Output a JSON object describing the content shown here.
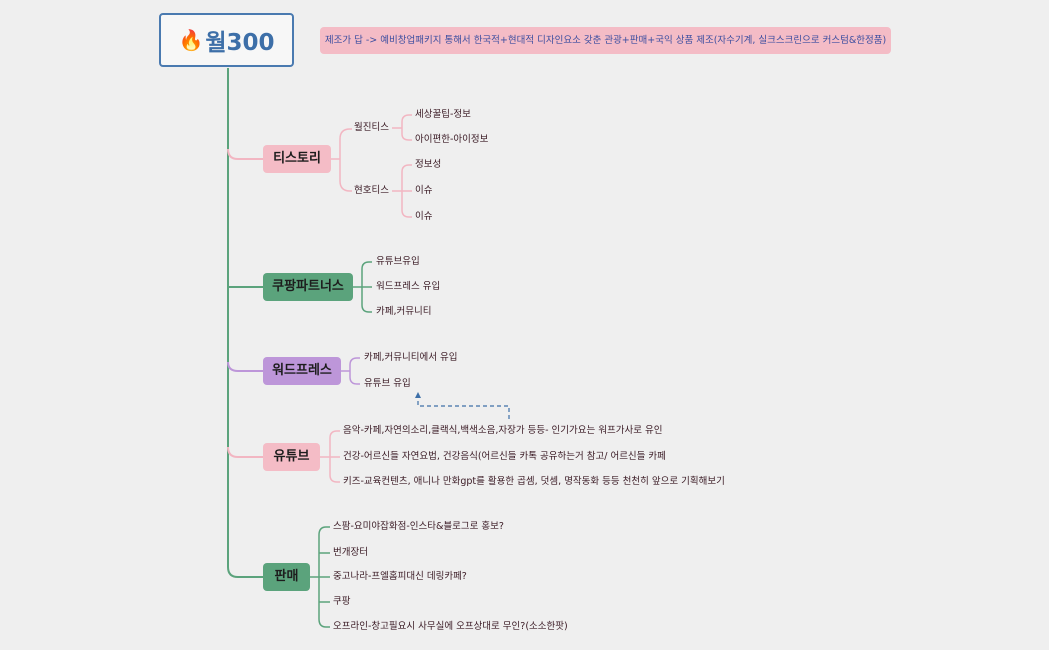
{
  "root": {
    "icon": "fire-icon",
    "title": "월300"
  },
  "note": "제조가 답 -> 예비창업패키지 통해서 한국적+현대적 디자인요소 갖춘 관광+판매+국익 상품 제조(자수기계, 실크스크린으로 커스텀&한정품)",
  "tistory": {
    "label": "티스토리",
    "sub1": {
      "label": "월진티스",
      "items": [
        "세상꿀팁-정보",
        "아이편한-아이정보"
      ]
    },
    "sub2": {
      "label": "현호티스",
      "items": [
        "정보성",
        "이슈",
        "이슈"
      ]
    }
  },
  "coupang": {
    "label": "쿠팡파트너스",
    "items": [
      "유튜브유입",
      "워드프레스 유입",
      "카페,커뮤니티"
    ]
  },
  "wordpress": {
    "label": "워드프레스",
    "items": [
      "카페,커뮤니티에서 유입",
      "유튜브 유입"
    ]
  },
  "youtube": {
    "label": "유튜브",
    "items": [
      "음악-카페,자연의소리,클랙식,백색소음,자장가 등등- 인기가요는 워프가사로 유인",
      "건강-어르신들 자연요법, 건강음식(어르신들 카톡 공유하는거 참고/ 어르신들 카페",
      "키즈-교육컨텐츠, 애니나 만화gpt를 활용한 곱셈, 덧셈, 명작동화 등등 천천히 앞으로 기획해보기"
    ]
  },
  "sales": {
    "label": "판매",
    "items": [
      "스팜-요미야잡화점-인스타&블로그로 홍보?",
      "번개장터",
      "중고나라-프엘홈피대신 데링카페?",
      "쿠팡",
      "오프라인-창고필요시 사무실에 오프상대로 무인?(소소한팟)"
    ]
  },
  "colors": {
    "main_line": "#5ba37c",
    "pink": "#f4bcc6",
    "green": "#5ba37c",
    "purple": "#bd96d9",
    "dashed": "#3d6fa8"
  }
}
